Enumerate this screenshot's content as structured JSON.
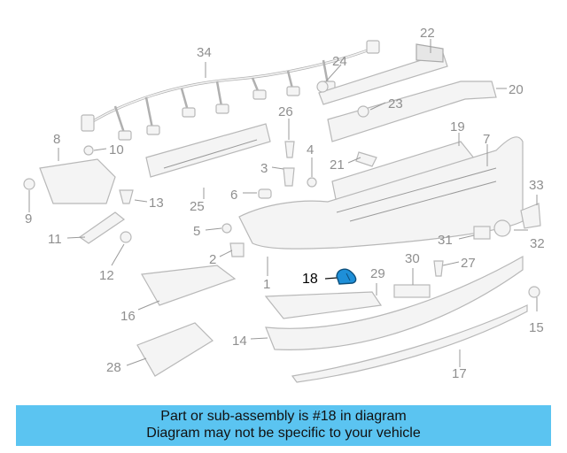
{
  "diagram": {
    "highlight_color": "#1e8fd8",
    "callouts": [
      {
        "id": "1",
        "label": "1"
      },
      {
        "id": "2",
        "label": "2"
      },
      {
        "id": "3",
        "label": "3"
      },
      {
        "id": "4",
        "label": "4"
      },
      {
        "id": "5",
        "label": "5"
      },
      {
        "id": "6",
        "label": "6"
      },
      {
        "id": "7",
        "label": "7"
      },
      {
        "id": "8",
        "label": "8"
      },
      {
        "id": "9",
        "label": "9"
      },
      {
        "id": "10",
        "label": "10"
      },
      {
        "id": "11",
        "label": "11"
      },
      {
        "id": "12",
        "label": "12"
      },
      {
        "id": "13",
        "label": "13"
      },
      {
        "id": "14",
        "label": "14"
      },
      {
        "id": "15",
        "label": "15"
      },
      {
        "id": "16",
        "label": "16"
      },
      {
        "id": "17",
        "label": "17"
      },
      {
        "id": "18",
        "label": "18",
        "highlighted": true
      },
      {
        "id": "19",
        "label": "19"
      },
      {
        "id": "20",
        "label": "20"
      },
      {
        "id": "21",
        "label": "21"
      },
      {
        "id": "22",
        "label": "22"
      },
      {
        "id": "23",
        "label": "23"
      },
      {
        "id": "24",
        "label": "24"
      },
      {
        "id": "25",
        "label": "25"
      },
      {
        "id": "26",
        "label": "26"
      },
      {
        "id": "27",
        "label": "27"
      },
      {
        "id": "28",
        "label": "28"
      },
      {
        "id": "29",
        "label": "29"
      },
      {
        "id": "30",
        "label": "30"
      },
      {
        "id": "31",
        "label": "31"
      },
      {
        "id": "32",
        "label": "32"
      },
      {
        "id": "33",
        "label": "33"
      },
      {
        "id": "34",
        "label": "34"
      }
    ]
  },
  "caption": {
    "background": "#5bc4f1",
    "line1": "Part or sub-assembly is #18 in diagram",
    "line2": "Diagram may not be specific to your vehicle"
  }
}
